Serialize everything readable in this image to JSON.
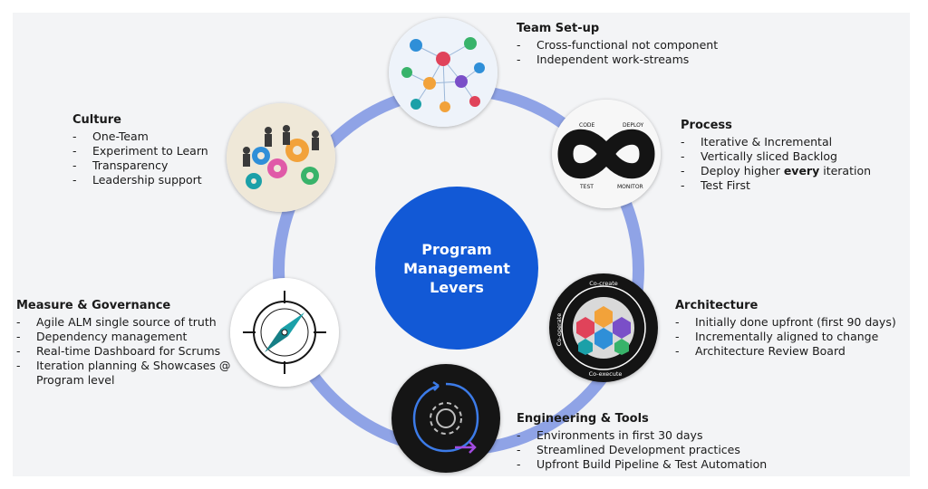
{
  "hub": {
    "label": "Program Management Levers"
  },
  "levers": {
    "team_setup": {
      "title": "Team Set-up",
      "icon": "people-network-icon",
      "points": [
        "Cross-functional not component",
        "Independent work-streams"
      ]
    },
    "process": {
      "title": "Process",
      "icon": "infinity-loop-icon",
      "points": [
        "Iterative & Incremental",
        "Vertically sliced Backlog",
        "Deploy higher",
        "every",
        "iteration",
        "Test First"
      ],
      "loop_labels": [
        "CODE",
        "DEPLOY",
        "TEST",
        "MONITOR"
      ]
    },
    "architecture": {
      "title": "Architecture",
      "icon": "hexagon-framework-icon",
      "points": [
        "Initially done upfront (first 90 days)",
        "Incrementally aligned to change",
        "Architecture Review Board"
      ],
      "ring_labels": [
        "Co-create",
        "Co-operate",
        "Co-execute"
      ]
    },
    "engineering": {
      "title": "Engineering & Tools",
      "icon": "gear-pipeline-icon",
      "points": [
        "Environments in first 30 days",
        "Streamlined Development practices",
        "Upfront Build Pipeline & Test Automation"
      ]
    },
    "measure": {
      "title": "Measure & Governance",
      "icon": "compass-icon",
      "points": [
        "Agile ALM single source of truth",
        "Dependency management",
        "Real-time Dashboard for Scrums",
        "Iteration planning & Showcases @ Program level"
      ]
    },
    "culture": {
      "title": "Culture",
      "icon": "people-gears-icon",
      "points": [
        "One-Team",
        "Experiment to Learn",
        "Transparency",
        "Leadership support"
      ]
    }
  },
  "colors": {
    "hub": "#1259d6",
    "ring": "#8fa3e6",
    "background": "#f3f4f6",
    "dark_icon": "#141414"
  }
}
